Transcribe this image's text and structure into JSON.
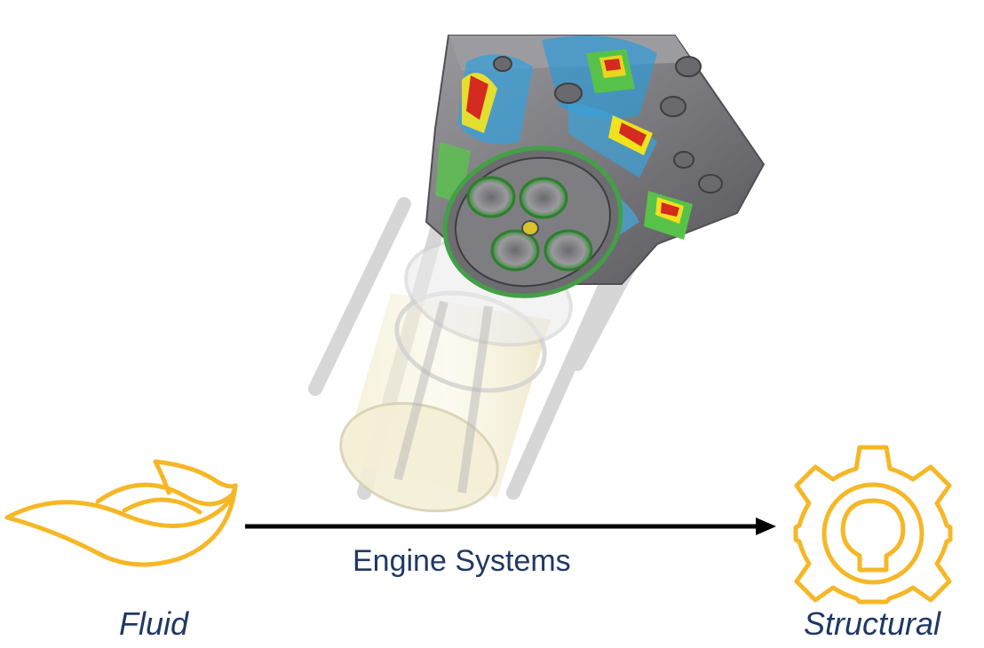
{
  "labels": {
    "fluid": "Fluid",
    "structural": "Structural",
    "arrow": "Engine Systems"
  },
  "icons": {
    "fluid": "fluid-flow-icon",
    "structural": "gear-icon"
  },
  "colors": {
    "icon_stroke": "#f6b727",
    "text": "#1f3864",
    "arrow": "#000000",
    "model_metal": "#7c7c80"
  }
}
